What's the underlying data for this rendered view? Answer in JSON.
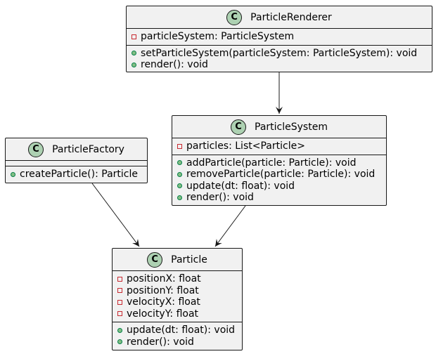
{
  "classes": {
    "renderer": {
      "stereotype": "C",
      "name": "ParticleRenderer",
      "fields": [
        {
          "vis": "private",
          "text": "particleSystem: ParticleSystem"
        }
      ],
      "methods": [
        {
          "vis": "public",
          "text": "setParticleSystem(particleSystem: ParticleSystem): void"
        },
        {
          "vis": "public",
          "text": "render(): void"
        }
      ]
    },
    "system": {
      "stereotype": "C",
      "name": "ParticleSystem",
      "fields": [
        {
          "vis": "private",
          "text": "particles: List<Particle>"
        }
      ],
      "methods": [
        {
          "vis": "public",
          "text": "addParticle(particle: Particle): void"
        },
        {
          "vis": "public",
          "text": "removeParticle(particle: Particle): void"
        },
        {
          "vis": "public",
          "text": "update(dt: float): void"
        },
        {
          "vis": "public",
          "text": "render(): void"
        }
      ]
    },
    "factory": {
      "stereotype": "C",
      "name": "ParticleFactory",
      "fields": [],
      "methods": [
        {
          "vis": "public",
          "text": "createParticle(): Particle"
        }
      ]
    },
    "particle": {
      "stereotype": "C",
      "name": "Particle",
      "fields": [
        {
          "vis": "private",
          "text": "positionX: float"
        },
        {
          "vis": "private",
          "text": "positionY: float"
        },
        {
          "vis": "private",
          "text": "velocityX: float"
        },
        {
          "vis": "private",
          "text": "velocityY: float"
        }
      ],
      "methods": [
        {
          "vis": "public",
          "text": "update(dt: float): void"
        },
        {
          "vis": "public",
          "text": "render(): void"
        }
      ]
    }
  },
  "relations": [
    {
      "from": "renderer",
      "to": "system",
      "type": "association"
    },
    {
      "from": "factory",
      "to": "particle",
      "type": "association"
    },
    {
      "from": "system",
      "to": "particle",
      "type": "association"
    }
  ],
  "colors": {
    "box_fill": "#f1f1f1",
    "border": "#181818",
    "badge": "#add1b2",
    "private_marker": "#c82930",
    "public_marker": "#84be84"
  }
}
